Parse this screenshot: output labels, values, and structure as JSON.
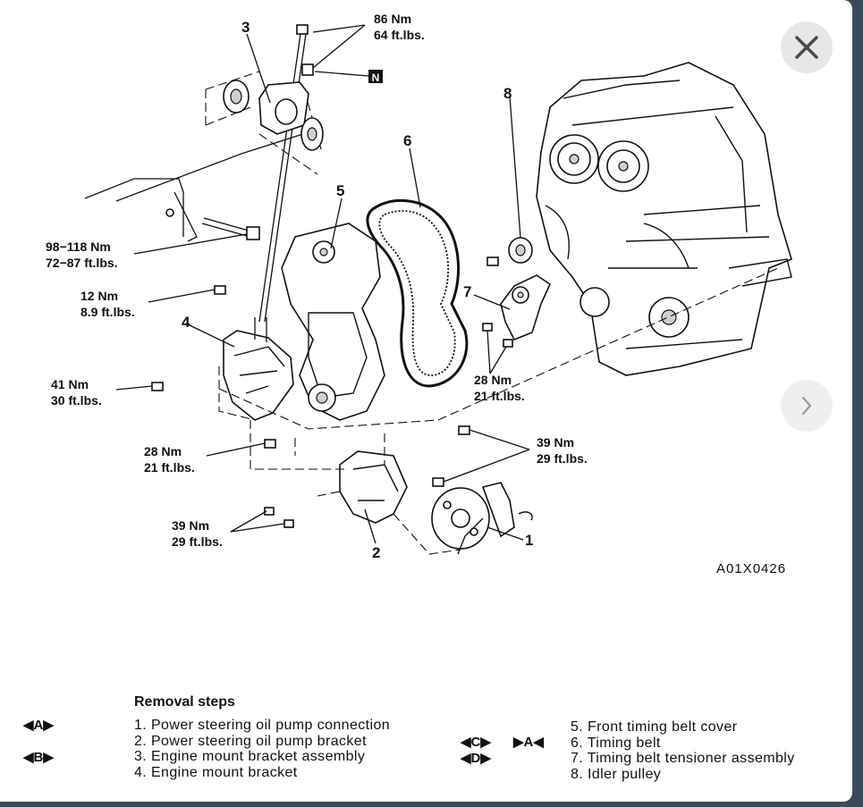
{
  "viewer": {
    "close_icon": "close-icon",
    "next_icon": "chevron-right-icon"
  },
  "diagram": {
    "callouts": {
      "c1": "1",
      "c2": "2",
      "c3": "3",
      "c4": "4",
      "c5": "5",
      "c6": "6",
      "c7": "7",
      "c8": "8"
    },
    "torques": {
      "t86_nm": "86 Nm",
      "t86_ft": "64 ft.lbs.",
      "t98_nm": "98−118 Nm",
      "t98_ft": "72−87 ft.lbs.",
      "t12_nm": "12 Nm",
      "t12_ft": "8.9 ft.lbs.",
      "t41_nm": "41 Nm",
      "t41_ft": "30 ft.lbs.",
      "t28a_nm": "28 Nm",
      "t28a_ft": "21 ft.lbs.",
      "t28b_nm": "28 Nm",
      "t28b_ft": "21 ft.lbs.",
      "t39a_nm": "39 Nm",
      "t39a_ft": "29 ft.lbs.",
      "t39b_nm": "39 Nm",
      "t39b_ft": "29 ft.lbs."
    },
    "n_mark": "N",
    "figure_code": "A01X0426"
  },
  "removal": {
    "title": "Removal steps",
    "left_steps": [
      "1. Power steering oil pump connection",
      "2. Power steering oil pump bracket",
      "3. Engine mount bracket assembly",
      "4. Engine mount bracket"
    ],
    "right_steps": [
      "5. Front timing belt cover",
      "6. Timing belt",
      "7. Timing belt tensioner assembly",
      "8. Idler pulley"
    ],
    "sym_a": "◀A▶",
    "sym_b": "◀B▶",
    "sym_c": "◀C▶",
    "sym_a2": "▶A◀",
    "sym_d": "◀D▶"
  }
}
